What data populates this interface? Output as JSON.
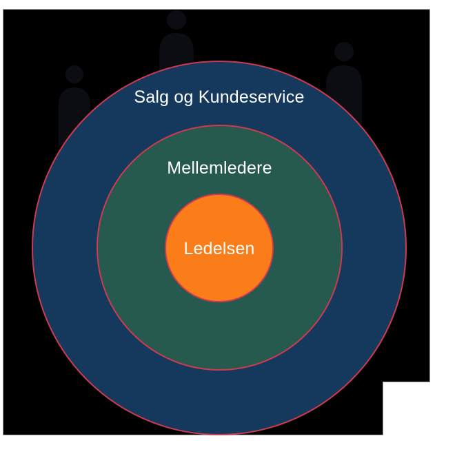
{
  "canvas": {
    "page_background": "#ffffff",
    "slide_background": "#000000"
  },
  "diagram": {
    "type": "concentric-circles",
    "ring_border_color": "#cf3a50",
    "label_color": "#ffffff",
    "rings": [
      {
        "label": "Salg og Kundeservice",
        "fill": "#14395c"
      },
      {
        "label": "Mellemledere",
        "fill": "#265a4f"
      },
      {
        "label": "Ledelsen",
        "fill": "#fb7d1a"
      }
    ]
  },
  "background_icons": {
    "silhouette_color": "#0c0c13",
    "items": [
      {
        "name": "person-silhouette-left"
      },
      {
        "name": "person-silhouette-top"
      },
      {
        "name": "person-silhouette-right"
      }
    ]
  }
}
